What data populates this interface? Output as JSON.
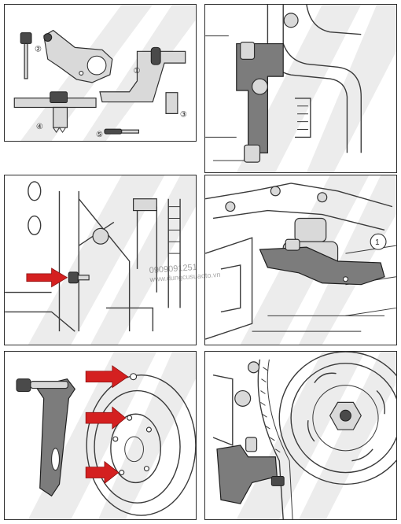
{
  "labels": {
    "n1": "①",
    "n2": "②",
    "n3": "③",
    "n4": "④",
    "n5": "⑤",
    "callout": "1"
  },
  "watermark": {
    "phone": "0909091251",
    "site": "www.dungcusuaoto.vn"
  },
  "colors": {
    "arrow": "#d42020",
    "outline": "#2f2f2f"
  }
}
